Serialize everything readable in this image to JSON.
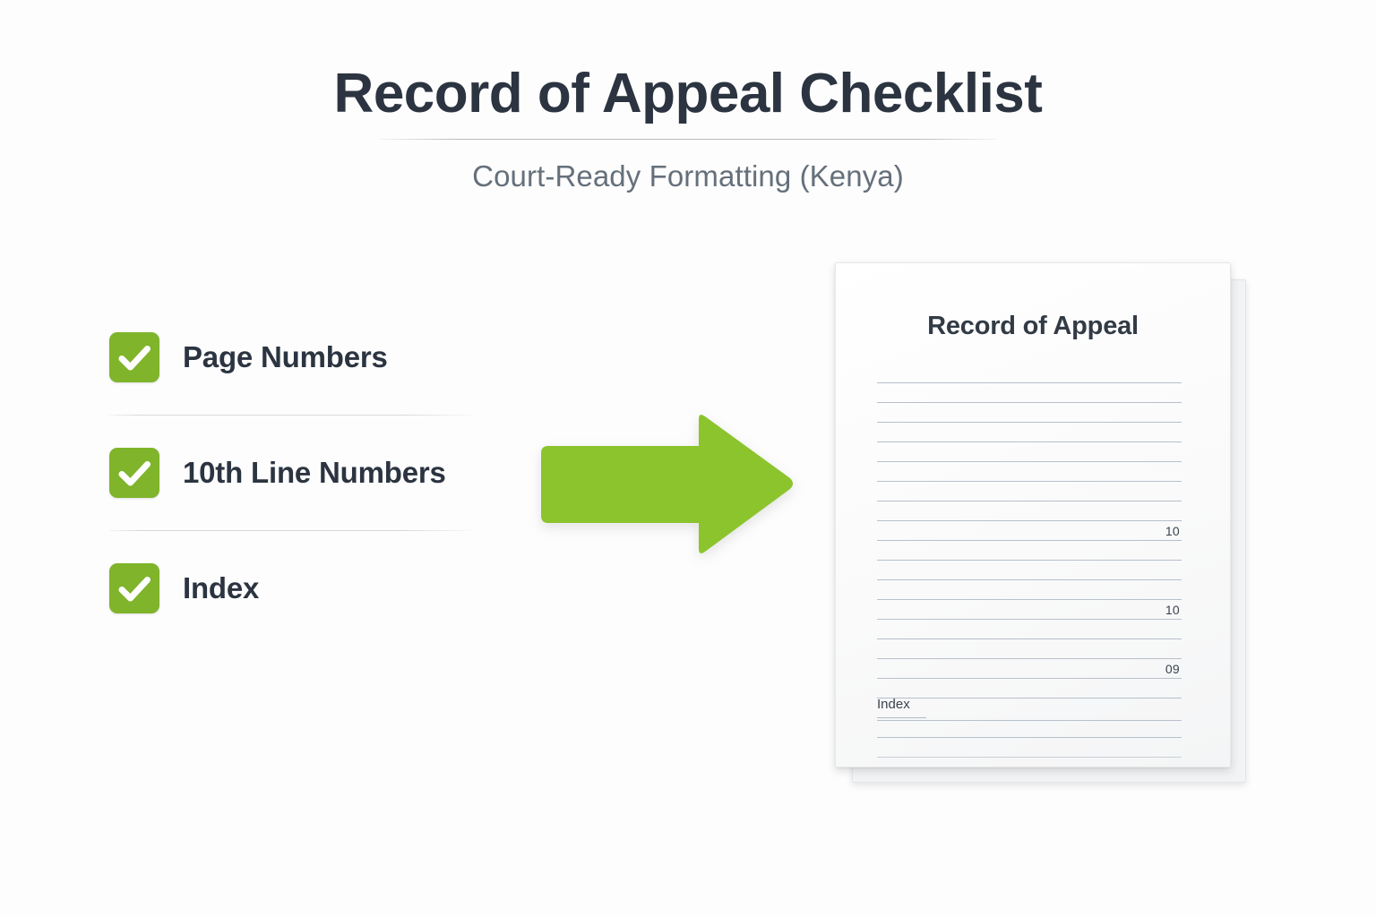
{
  "header": {
    "title": "Record of Appeal Checklist",
    "subtitle": "Court-Ready Formatting (Kenya)"
  },
  "checklist": {
    "items": [
      {
        "label": "Page Numbers",
        "checked": true
      },
      {
        "label": "10th Line Numbers",
        "checked": true
      },
      {
        "label": "Index",
        "checked": true
      }
    ]
  },
  "arrow": {
    "direction": "right",
    "color": "#8cc42e"
  },
  "document": {
    "title": "Record of Appeal",
    "index_label": "Index",
    "line_numbers": [
      "10",
      "10",
      "09"
    ],
    "lines": [
      {
        "style": "normal",
        "number": ""
      },
      {
        "style": "normal",
        "number": ""
      },
      {
        "style": "normal",
        "number": ""
      },
      {
        "style": "normal",
        "number": ""
      },
      {
        "style": "normal",
        "number": ""
      },
      {
        "style": "normal",
        "number": ""
      },
      {
        "style": "normal",
        "number": ""
      },
      {
        "style": "normal",
        "number": ""
      },
      {
        "style": "normal",
        "number": "10"
      },
      {
        "style": "normal",
        "number": ""
      },
      {
        "style": "normal",
        "number": ""
      },
      {
        "style": "normal",
        "number": ""
      },
      {
        "style": "normal",
        "number": "10"
      },
      {
        "style": "normal",
        "number": ""
      },
      {
        "style": "normal",
        "number": ""
      },
      {
        "style": "normal",
        "number": "09"
      },
      {
        "style": "normal",
        "number": ""
      },
      {
        "style": "short",
        "number": ""
      },
      {
        "style": "normal",
        "number": ""
      },
      {
        "style": "faint",
        "number": ""
      },
      {
        "style": "normal",
        "number": ""
      },
      {
        "style": "faint",
        "number": ""
      },
      {
        "style": "normal",
        "number": ""
      }
    ]
  },
  "colors": {
    "accent_green": "#8cc42e",
    "checkbox_green": "#7fb42b",
    "title_text": "#2b3440",
    "subtitle_text": "#65707b",
    "background": "#fdfdfd",
    "rule": "#b7c0cb"
  }
}
